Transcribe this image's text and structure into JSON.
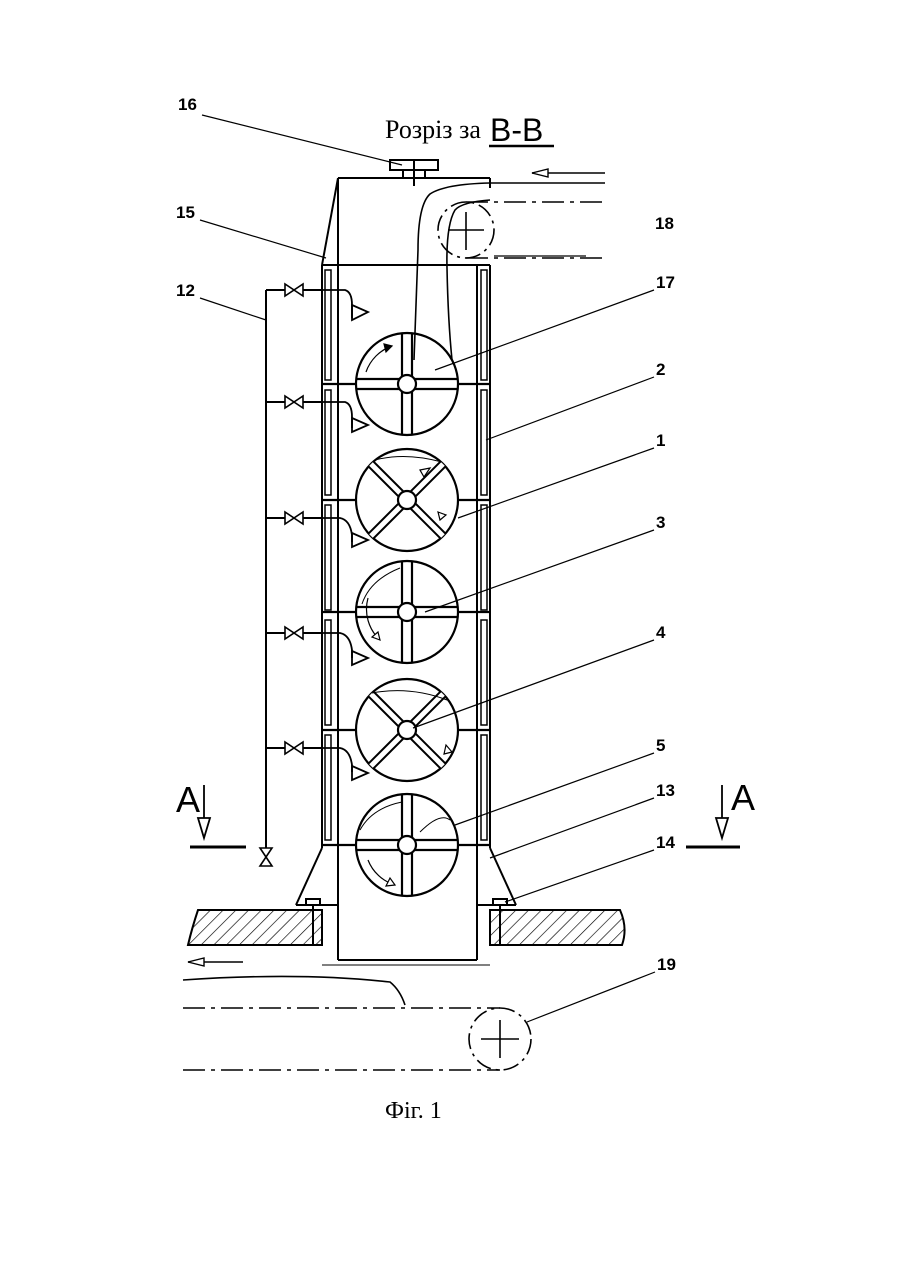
{
  "header": {
    "title_prefix": "Розріз за",
    "title_section": "В-В"
  },
  "caption": "Фіг. 1",
  "section_marks": {
    "left": "А",
    "right": "А"
  },
  "labels": [
    "16",
    "15",
    "12",
    "17",
    "18",
    "2",
    "1",
    "3",
    "4",
    "5",
    "13",
    "14",
    "19"
  ]
}
